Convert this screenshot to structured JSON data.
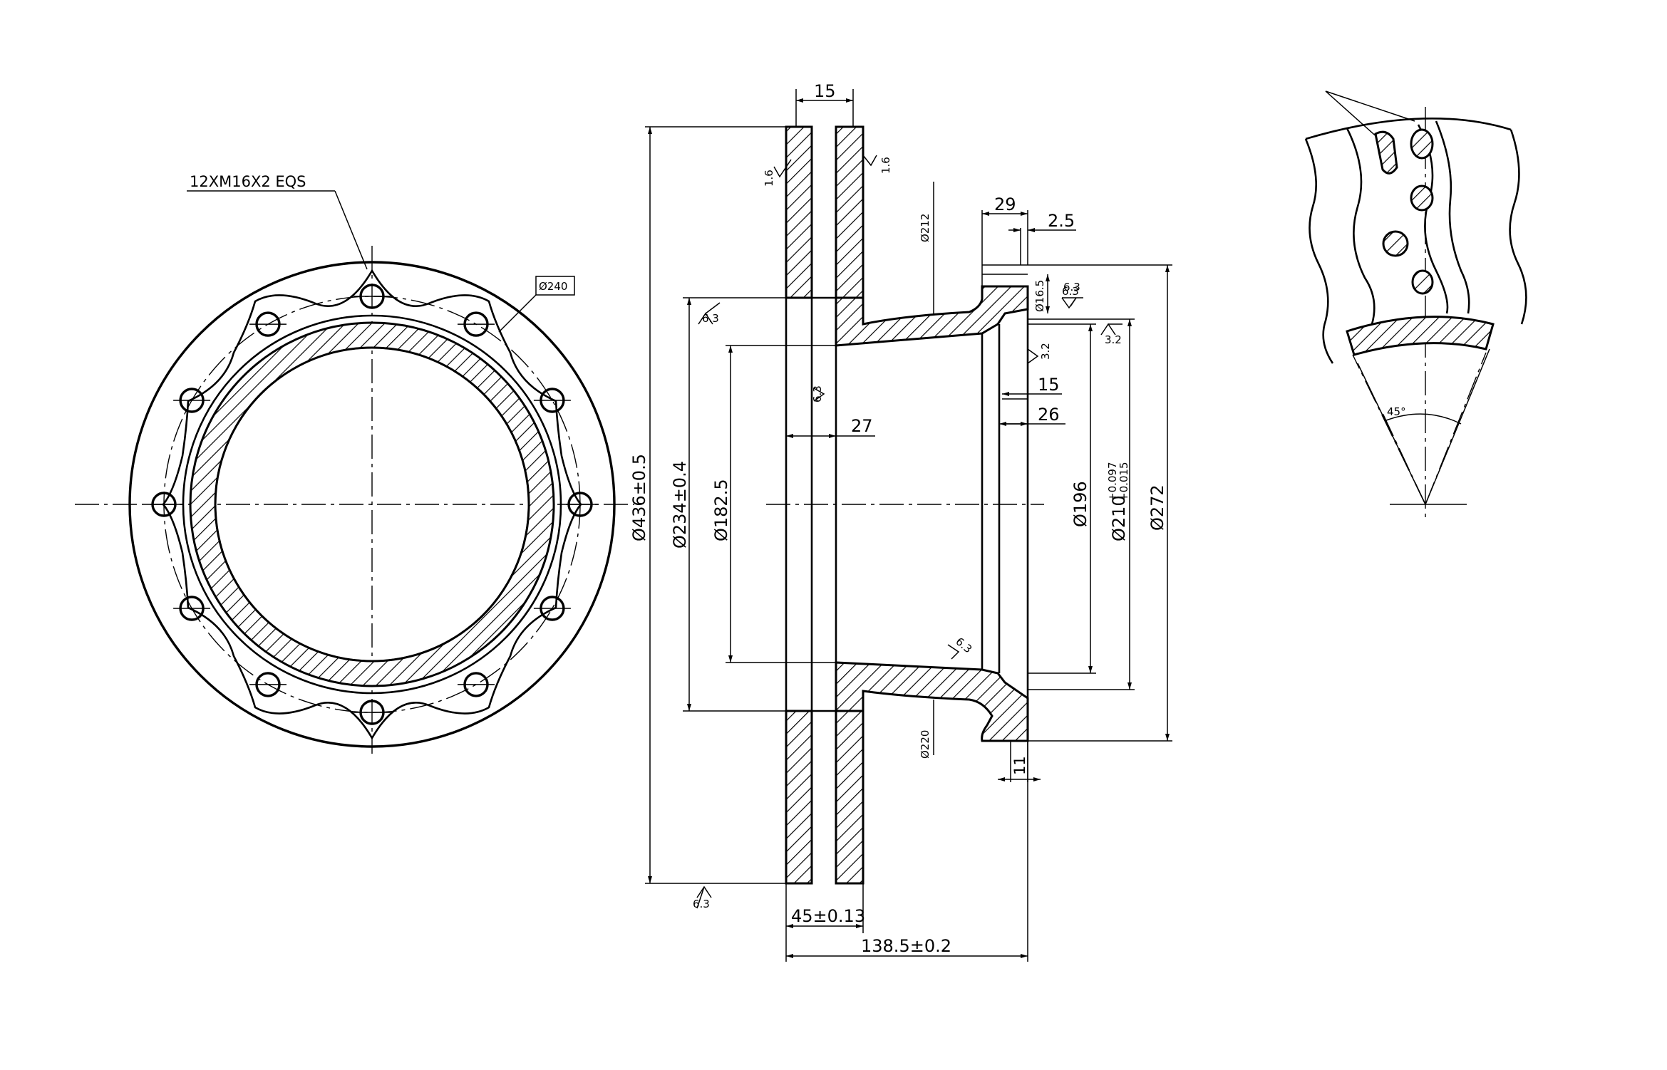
{
  "front_view": {
    "bolt_callout": "12XM16X2 EQS",
    "pcd_box": "Ø240"
  },
  "section_view": {
    "dims": {
      "flange_width": "15",
      "hub_length": "29",
      "step": "2.5",
      "bore_depth_1": "15",
      "bore_depth_2": "26",
      "vane_gap": "27",
      "disc_thickness": "45±0.13",
      "overall_length": "138.5±0.2",
      "offset": "11",
      "dia_outer": "Ø436±0.5",
      "dia_inner_ring": "Ø234±0.4",
      "dia_182": "Ø182.5",
      "dia_196": "Ø196",
      "dia_210": "Ø210",
      "tol_210_upper": "+0.097",
      "tol_210_lower": "+0.015",
      "dia_272": "Ø272",
      "dia_212": "Ø212",
      "dia_220": "Ø220",
      "hole_dia": "Ø16.5"
    },
    "roughness": {
      "r1": "1.6",
      "r2": "1.6",
      "r3": "6.3",
      "r4": "6.3",
      "r5": "6.3",
      "r6": "6.3",
      "r7": "3.2",
      "r8": "3.2",
      "r9": "6.3",
      "r10": "6.3"
    }
  },
  "detail_view": {
    "angle": "45°"
  }
}
